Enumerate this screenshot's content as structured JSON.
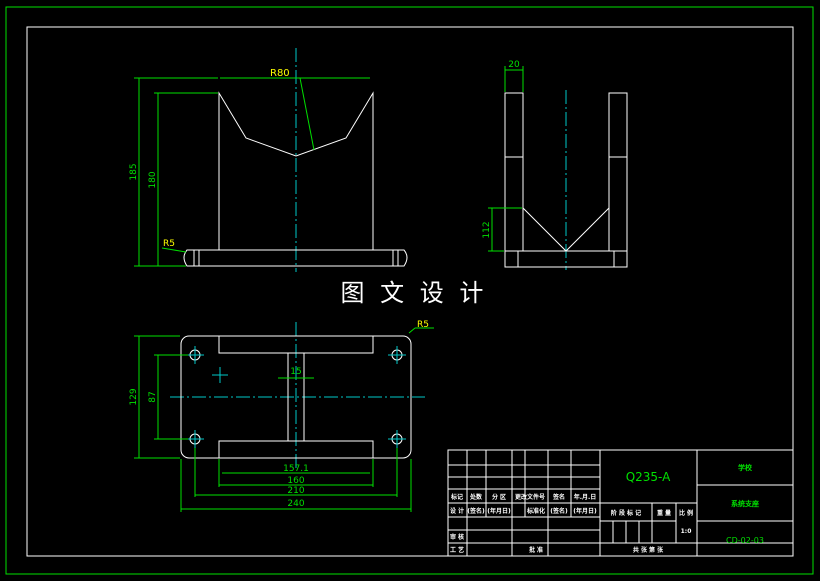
{
  "watermark": "图 文 设 计",
  "views": {
    "front": {
      "dim_radius": "R80",
      "dim_height_total": "185",
      "dim_height_inner": "180",
      "dim_fillet": "R5"
    },
    "side": {
      "dim_width": "20",
      "dim_height": "112"
    },
    "top": {
      "dim_fillet": "R5",
      "dim_center": "15",
      "dim_height_total": "129",
      "dim_height_holes": "87",
      "dim_w1": "157.1",
      "dim_w2": "160",
      "dim_w3": "210",
      "dim_w4": "240"
    }
  },
  "title_block": {
    "material": "Q235-A",
    "school": "学校",
    "part_name": "系统支座",
    "drawing_no": "CD-02-03",
    "scale": "1:0",
    "headers": [
      "标记",
      "处数",
      "分 区",
      "更改文件号",
      "签名",
      "年.月.日"
    ],
    "sign_row": [
      "设 计",
      "(签名)",
      "(年月日)",
      "标准化",
      "(签名)",
      "(年月日)"
    ],
    "stage_labels": [
      "阶 段 标 记",
      "重 量",
      "比 例"
    ],
    "review_label": "审 核",
    "process_label": "工 艺",
    "approve_label": "批 准",
    "sheets_label": "共 张 第 张"
  }
}
